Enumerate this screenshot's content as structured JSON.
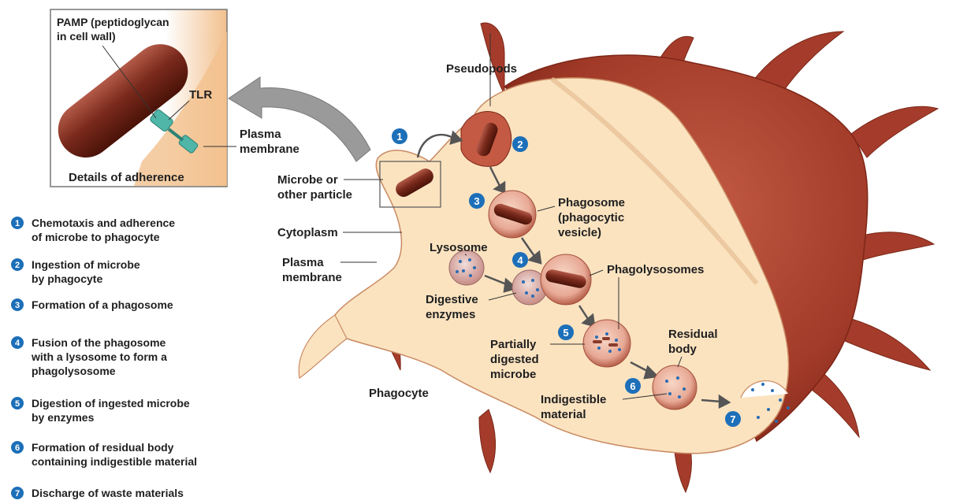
{
  "inset": {
    "pamp_label": [
      "PAMP (peptidoglycan",
      "in cell wall)"
    ],
    "tlr_label": "TLR",
    "plasma_membrane_label": [
      "Plasma",
      "membrane"
    ],
    "caption": "Details of adherence"
  },
  "labels": {
    "pseudopods": "Pseudopods",
    "microbe": [
      "Microbe or",
      "other particle"
    ],
    "cytoplasm": "Cytoplasm",
    "plasma_membrane": [
      "Plasma",
      "membrane"
    ],
    "phagosome": [
      "Phagosome",
      "(phagocytic",
      "vesicle)"
    ],
    "lysosome": "Lysosome",
    "digestive_enzymes": [
      "Digestive",
      "enzymes"
    ],
    "phagolysosomes": "Phagolysosomes",
    "partially_digested": [
      "Partially",
      "digested",
      "microbe"
    ],
    "residual_body": [
      "Residual",
      "body"
    ],
    "indigestible_material": [
      "Indigestible",
      "material"
    ],
    "phagocyte": "Phagocyte"
  },
  "step_markers": [
    "1",
    "2",
    "3",
    "4",
    "5",
    "6",
    "7"
  ],
  "legend": [
    {
      "num": "1",
      "lines": [
        "Chemotaxis and adherence",
        "of microbe to phagocyte"
      ]
    },
    {
      "num": "2",
      "lines": [
        "Ingestion of microbe",
        "by phagocyte"
      ]
    },
    {
      "num": "3",
      "lines": [
        "Formation of a phagosome"
      ]
    },
    {
      "num": "4",
      "lines": [
        "Fusion of the phagosome",
        "with a lysosome to form a",
        "phagolysosome"
      ]
    },
    {
      "num": "5",
      "lines": [
        "Digestion of ingested microbe",
        "by enzymes"
      ]
    },
    {
      "num": "6",
      "lines": [
        "Formation of residual body",
        "containing indigestible material"
      ]
    },
    {
      "num": "7",
      "lines": [
        "Discharge of waste materials"
      ]
    }
  ],
  "colors": {
    "cell_dark": "#a83a2a",
    "cell_light": "#fbe3c0",
    "marker_blue": "#1c6fb8",
    "microbe": "#7a2a1c"
  }
}
